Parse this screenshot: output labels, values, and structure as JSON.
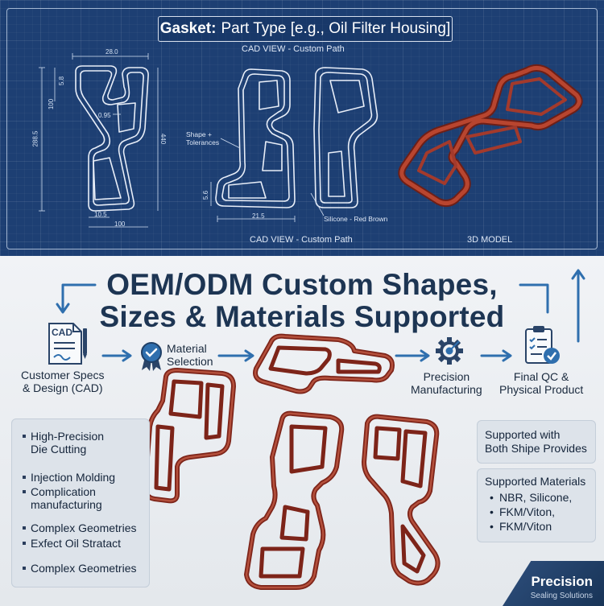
{
  "blueprint": {
    "title_bold": "Gasket:",
    "title_rest": "Part Type [e.g., Oil Filter Housing]",
    "top_caption": "CAD VIEW - Custom Path",
    "bottom_caption_left": "CAD VIEW - Custom Path",
    "bottom_caption_right": "3D MODEL",
    "annotations": {
      "shape_tolerances": "Shape +\nTolerances",
      "material_note": "Silicone - Red Brown"
    },
    "dimensions": {
      "width_top": "28.0",
      "d_5_8": "5.8",
      "d_100_v": "100",
      "d_288": "288.5",
      "d_440": "440",
      "d_095": "0.95",
      "d_105": "10.5",
      "d_100_h": "100",
      "d_5_6": "5.6",
      "d_215": "21.5"
    }
  },
  "headline": {
    "line1": "OEM/ODM Custom Shapes,",
    "line2": "Sizes & Materials Supported"
  },
  "process_steps": [
    {
      "icon": "cad-document-icon",
      "label": "Customer Specs\n& Design (CAD)"
    },
    {
      "icon": "award-badge-icon",
      "label": "Material\nSelection"
    },
    {
      "icon": "gear-target-icon",
      "label": "Precision\nManufacturing"
    },
    {
      "icon": "checklist-clipboard-icon",
      "label": "Final QC &\nPhysical Product"
    }
  ],
  "cad_doc_label": "CAD",
  "capabilities": [
    "High-Precision\nDie Cutting",
    "Injection Molding",
    "Complication\nmanufacturing",
    "Complex Geometries",
    "Exfect Oil Stratact",
    "Complex Geometries"
  ],
  "support_panel": {
    "heading": "Supported with\nBoth Shipe Provides"
  },
  "materials_panel": {
    "heading": "Supported Materials",
    "items": [
      "NBR, Silicone,",
      "FKM/Viton,",
      "FKM/Viton"
    ]
  },
  "brand": {
    "name": "Precision",
    "tagline": "Sealing Solutions"
  },
  "colors": {
    "blueprint_bg": "#1d3f73",
    "gasket_red": "#a33a2c",
    "headline": "#1d3553",
    "accent_blue": "#2f6fae"
  }
}
